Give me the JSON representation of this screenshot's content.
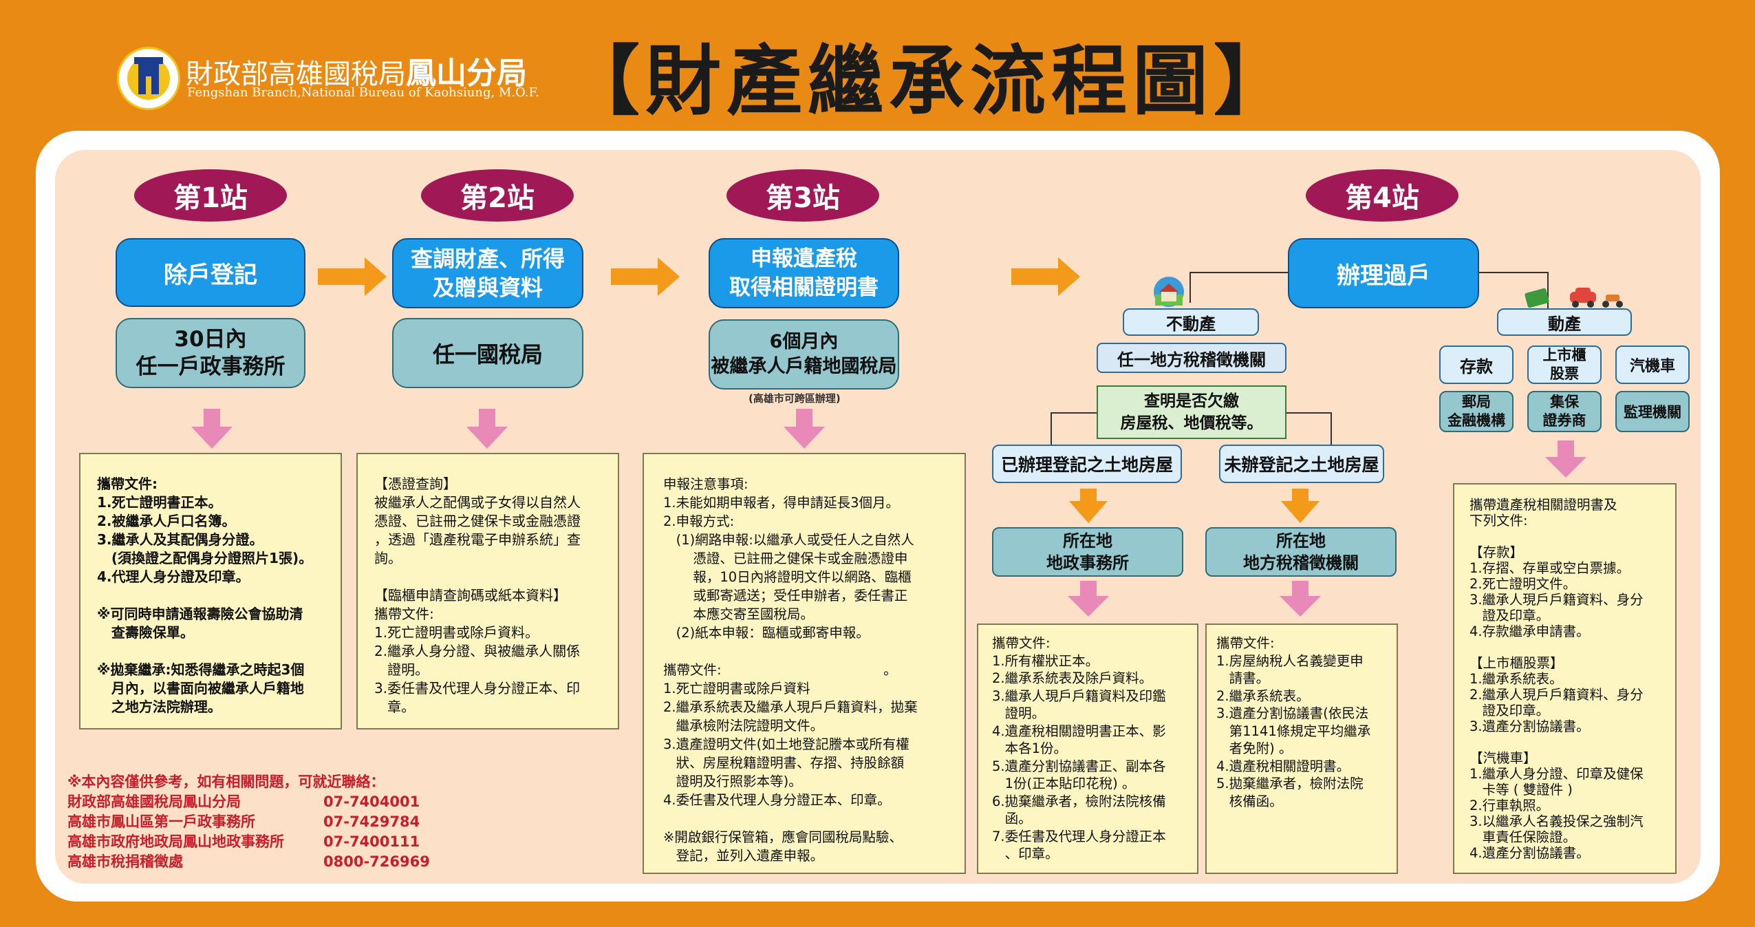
{
  "header": {
    "org_zh": "財政部高雄國稅局",
    "org_zh_branch": "鳳山分局",
    "org_en": "Fengshan Branch,National Bureau of Kaohsiung, M.O.F.",
    "title": "【財產繼承流程圖】"
  },
  "stations": {
    "s1": {
      "label": "第1站",
      "step": "除戶登記",
      "where": "30日內\n任一戶政事務所",
      "docs": "攜帶文件:\n1.死亡證明書正本。\n2.被繼承人戶口名簿。\n3.繼承人及其配偶身分證。\n   (須換證之配偶身分證照片1張)。\n4.代理人身分證及印章。\n\n※可同時申請通報壽險公會協助清\n   查壽險保單。\n\n※拋棄繼承:知悉得繼承之時起3個\n   月內，以書面向被繼承人戶籍地\n   之地方法院辦理。"
    },
    "s2": {
      "label": "第2站",
      "step": "查調財產、所得\n及贈與資料",
      "where": "任一國稅局",
      "docs": "【憑證查詢】\n被繼承人之配偶或子女得以自然人\n憑證、已註冊之健保卡或金融憑證\n，透過「遺產稅電子申辦系統」查\n詢。\n\n【臨櫃申請查詢碼或紙本資料】\n攜帶文件:\n1.死亡證明書或除戶資料。\n2.繼承人身分證、與被繼承人關係\n   證明。\n3.委任書及代理人身分證正本、印\n   章。"
    },
    "s3": {
      "label": "第3站",
      "step": "申報遺產稅\n取得相關證明書",
      "where": "6個月內\n被繼承人戶籍地國稅局",
      "note": "(高雄市可跨區辦理)",
      "docs": "申報注意事項:\n1.未能如期申報者，得申請延長3個月。\n2.申報方式:\n   (1)網路申報:以繼承人或受任人之自然人\n       憑證、已註冊之健保卡或金融憑證申\n       報，10日內將證明文件以網路、臨櫃\n       或郵寄遞送；受任申辦者，委任書正\n       本應交寄至國稅局。\n   (2)紙本申報：臨櫃或郵寄申報。\n\n攜帶文件:                                      。\n1.死亡證明書或除戶資料\n2.繼承系統表及繼承人現戶戶籍資料，拋棄\n   繼承檢附法院證明文件。\n3.遺產證明文件(如土地登記謄本或所有權\n   狀、房屋稅籍證明書、存摺、持股餘額\n   證明及行照影本等)。\n4.委任書及代理人身分證正本、印章。\n\n※開啟銀行保管箱，應會同國稅局點驗、\n   登記，並列入遺產申報。"
    },
    "s4": {
      "label": "第4站",
      "step": "辦理過戶"
    }
  },
  "real_estate": {
    "label": "不動產",
    "office": "任一地方稅稽徵機關",
    "check": "查明是否欠繳\n房屋稅、地價稅等。",
    "registered": {
      "label": "已辦理登記之土地房屋",
      "where": "所在地\n地政事務所",
      "docs": "攜帶文件:\n1.所有權狀正本。\n2.繼承系統表及除戶資料。\n3.繼承人現戶戶籍資料及印鑑\n   證明。\n4.遺產稅相關證明書正本、影\n   本各1份。\n5.遺產分割協議書正、副本各\n   1份(正本貼印花稅) 。\n6.拋棄繼承者，檢附法院核備\n   函。\n7.委任書及代理人身分證正本\n   、印章。"
    },
    "unregistered": {
      "label": "未辦登記之土地房屋",
      "where": "所在地\n地方稅稽徵機關",
      "docs": "攜帶文件:\n1.房屋納稅人名義變更申\n   請書。\n2.繼承系統表。\n3.遺產分割協議書(依民法\n   第1141條規定平均繼承\n   者免附) 。\n4.遺產稅相關證明書。\n5.拋棄繼承者，檢附法院\n   核備函。"
    }
  },
  "movable": {
    "label": "動產",
    "items": [
      {
        "top": "存款",
        "bottom": "郵局\n金融機構"
      },
      {
        "top": "上市櫃\n股票",
        "bottom": "集保\n證券商"
      },
      {
        "top": "汽機車",
        "bottom": "監理機關"
      }
    ],
    "docs": "攜帶遺產稅相關證明書及\n下列文件:\n\n【存款】\n1.存摺、存單或空白票據。\n2.死亡證明文件。\n3.繼承人現戶戶籍資料、身分\n   證及印章。\n4.存款繼承申請書。\n\n【上市櫃股票】\n1.繼承系統表。\n2.繼承人現戶戶籍資料、身分\n   證及印章。\n3.遺產分割協議書。\n\n【汽機車】\n1.繼承人身分證、印章及健保\n   卡等 ( 雙證件 )\n2.行車執照。\n3.以繼承人名義投保之強制汽\n   車責任保險證。\n4.遺產分割協議書。"
  },
  "contact": {
    "intro": "※本內容僅供參考，如有相關問題，可就近聯絡：",
    "rows": [
      {
        "name": "財政部高雄國稅局鳳山分局",
        "phone": "07-7404001"
      },
      {
        "name": "高雄市鳳山區第一戶政事務所",
        "phone": "07-7429784"
      },
      {
        "name": "高雄市政府地政局鳳山地政事務所",
        "phone": "07-7400111"
      },
      {
        "name": "高雄市稅捐稽徵處",
        "phone": "0800-726969"
      }
    ]
  },
  "colors": {
    "orange": "#e98a15",
    "station": "#a01856",
    "blue": "#1a9ae8",
    "teal": "#95c8ce",
    "arrow": "#f39a1b",
    "pink_arrow": "#e989b8"
  }
}
